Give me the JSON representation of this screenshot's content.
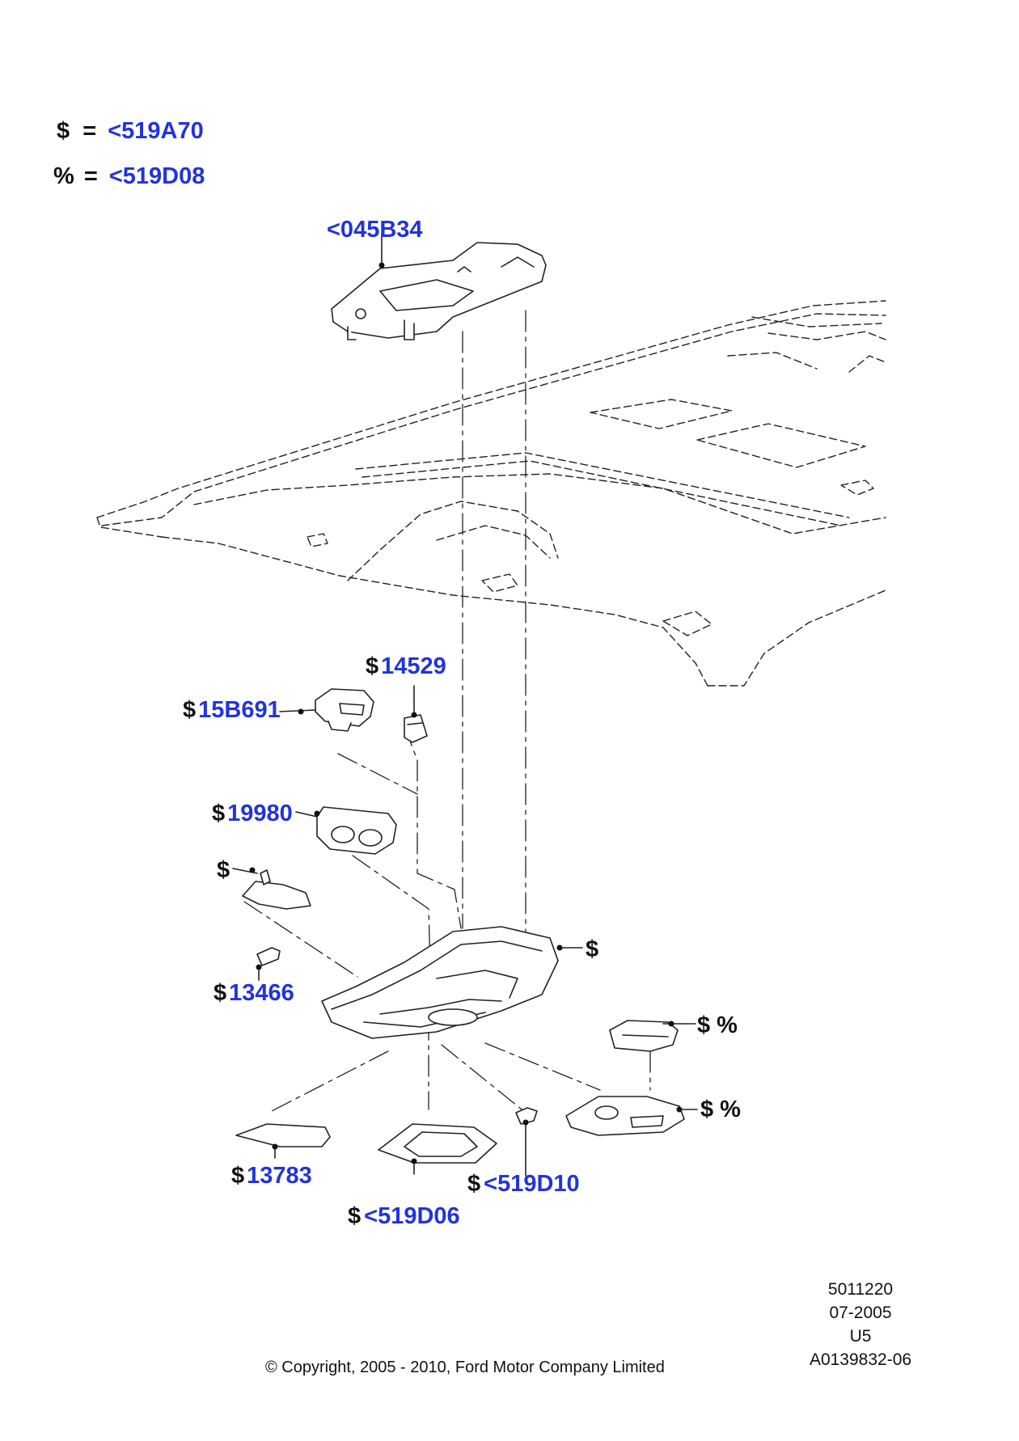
{
  "legend": [
    {
      "symbol": "$",
      "equals": "=",
      "ref": "<519A70"
    },
    {
      "symbol": "%",
      "equals": "=",
      "ref": "<519D08"
    }
  ],
  "callouts": {
    "c045b34": {
      "symbol": "",
      "part": "<045B34"
    },
    "c14529": {
      "symbol": "$",
      "part": "14529"
    },
    "c15b691": {
      "symbol": "$",
      "part": "15B691"
    },
    "c19980": {
      "symbol": "$",
      "part": "19980"
    },
    "cdollar1": {
      "symbol": "$",
      "part": ""
    },
    "c13466": {
      "symbol": "$",
      "part": "13466"
    },
    "cdollar2": {
      "symbol": "$",
      "part": ""
    },
    "cdp1": {
      "symbol": "$ %",
      "part": ""
    },
    "cdp2": {
      "symbol": "$ %",
      "part": ""
    },
    "c13783": {
      "symbol": "$",
      "part": "13783"
    },
    "c519d10": {
      "symbol": "$",
      "part": "<519D10"
    },
    "c519d06": {
      "symbol": "$",
      "part": "<519D06"
    }
  },
  "info": {
    "number": "5011220",
    "date": "07-2005",
    "code": "U5",
    "ref": "A0139832-06"
  },
  "copyright": "© Copyright, 2005 - 2010, Ford Motor Company Limited",
  "colors": {
    "part_ref": "#2233dd",
    "ink": "#111111"
  }
}
